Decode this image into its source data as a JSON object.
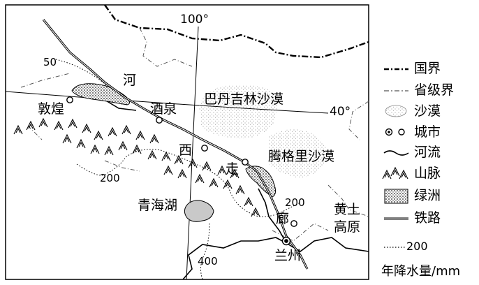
{
  "map": {
    "longitude_label": "100°",
    "latitude_label": "40°",
    "labels": {
      "he": "河",
      "xi": "西",
      "zou": "走",
      "lang": "廊",
      "dunhuang": "敦煌",
      "jiuquan": "酒泉",
      "lanzhou": "兰州",
      "qinghai_lake": "青海湖",
      "badain_jaran": "巴丹吉林沙漠",
      "tengger": "腾格里沙漠",
      "loess_plateau_1": "黄土",
      "loess_plateau_2": "高原"
    },
    "isohyet_labels": {
      "v50": "50",
      "v200_west": "200",
      "v200_east": "200",
      "v400": "400"
    }
  },
  "legend": {
    "items": [
      {
        "symbol": "national-border",
        "label": "国界"
      },
      {
        "symbol": "provincial-border",
        "label": "省级界"
      },
      {
        "symbol": "desert",
        "label": "沙漠"
      },
      {
        "symbol": "city",
        "label": "城市"
      },
      {
        "symbol": "river",
        "label": "河流"
      },
      {
        "symbol": "mountain",
        "label": "山脉"
      },
      {
        "symbol": "oasis",
        "label": "绿洲"
      },
      {
        "symbol": "railway",
        "label": "铁路"
      },
      {
        "symbol": "isohyet",
        "label": "200"
      }
    ],
    "caption": "年降水量/mm"
  }
}
